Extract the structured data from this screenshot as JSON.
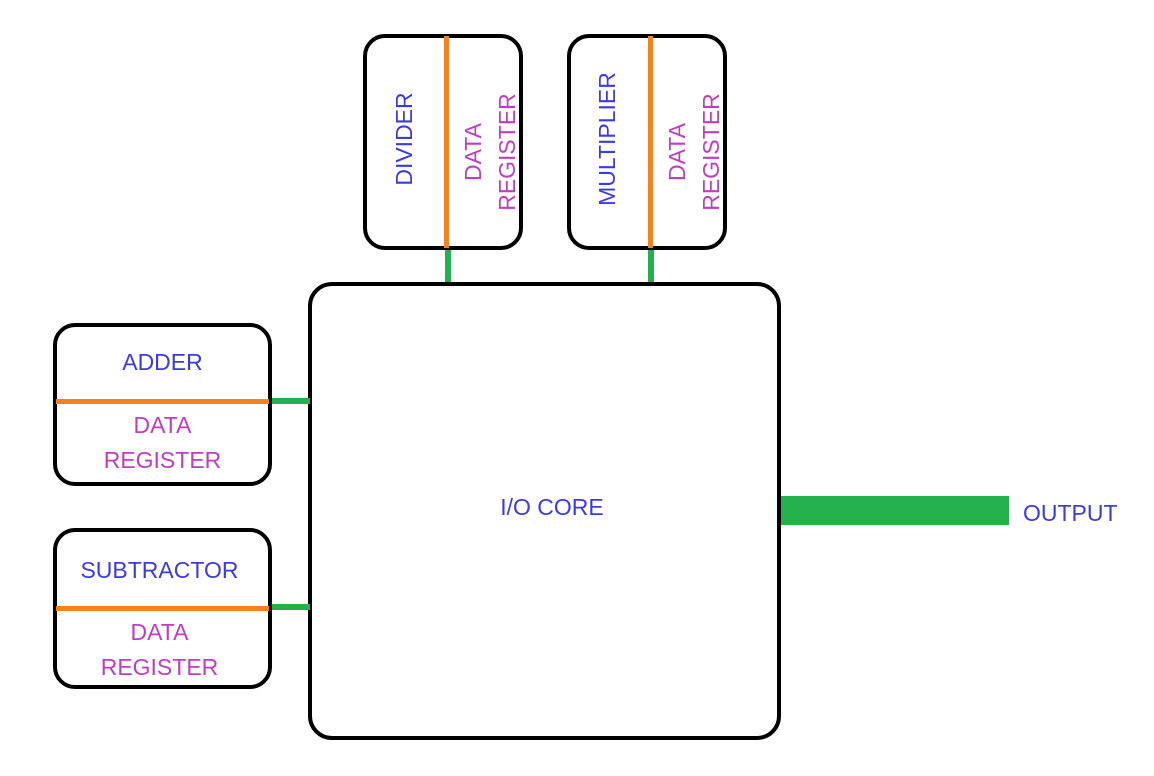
{
  "diagram": {
    "core": {
      "label": "I/O CORE"
    },
    "output": {
      "label": "OUTPUT"
    },
    "units": [
      {
        "name": "DIVIDER",
        "register": [
          "DATA",
          "REGISTER"
        ]
      },
      {
        "name": "MULTIPLIER",
        "register": [
          "DATA",
          "REGISTER"
        ]
      },
      {
        "name": "ADDER",
        "register": [
          "DATA",
          "REGISTER"
        ]
      },
      {
        "name": "SUBTRACTOR",
        "register": [
          "DATA",
          "REGISTER"
        ]
      }
    ],
    "colors": {
      "unit_text": "#3b3be0",
      "register_text": "#c03cc0",
      "divider_line": "#f58220",
      "connector": "#22b14c",
      "border": "#000000"
    }
  }
}
